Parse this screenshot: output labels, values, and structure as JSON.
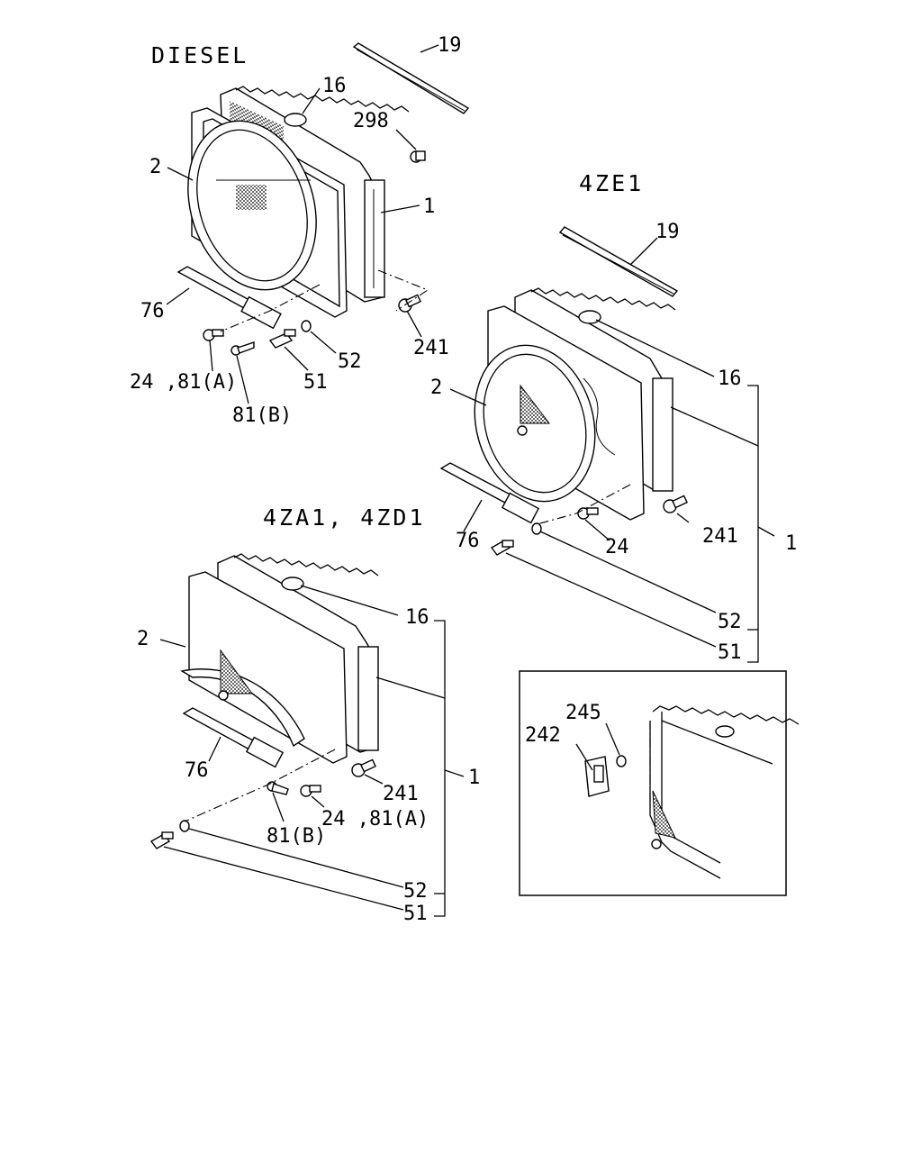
{
  "sections": {
    "diesel": {
      "title": "DIESEL"
    },
    "zE1": {
      "title": "4ZE1"
    },
    "zA1": {
      "title": "4ZA1, 4ZD1"
    }
  },
  "callouts": {
    "diesel": {
      "p19": "19",
      "p16": "16",
      "p298": "298",
      "p2": "2",
      "p1": "1",
      "p76": "76",
      "p241": "241",
      "p52": "52",
      "p51": "51",
      "p24_81A": "24 ,81(A)",
      "p81B": "81(B)"
    },
    "zE1": {
      "p19": "19",
      "p16": "16",
      "p2": "2",
      "p241": "241",
      "p1": "1",
      "p76": "76",
      "p24": "24",
      "p52": "52",
      "p51": "51"
    },
    "zA1": {
      "p16": "16",
      "p2": "2",
      "p1": "1",
      "p76": "76",
      "p241": "241",
      "p24_81A": "24 ,81(A)",
      "p81B": "81(B)",
      "p52": "52",
      "p51": "51"
    },
    "inset": {
      "p245": "245",
      "p242": "242"
    }
  }
}
